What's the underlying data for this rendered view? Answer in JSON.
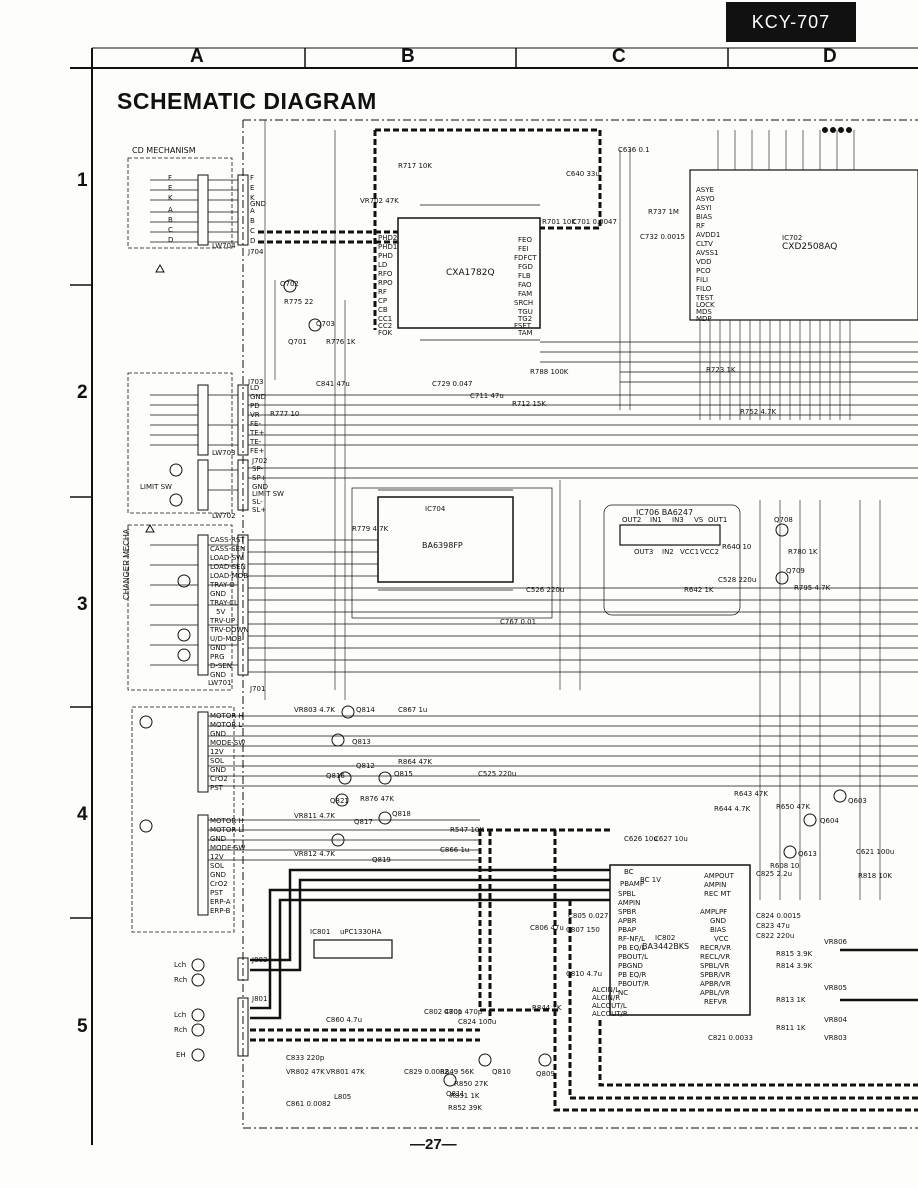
{
  "header": {
    "model": "KCY-707",
    "title": "SCHEMATIC DIAGRAM",
    "page_number": "—27—"
  },
  "grid": {
    "columns": [
      "A",
      "B",
      "C",
      "D"
    ],
    "rows": [
      "1",
      "2",
      "3",
      "4",
      "5"
    ]
  },
  "sections": {
    "cd_mechanism": "CD MECHANISM",
    "changer_mecha": "CHANGER MECHA",
    "limit_sw": "LIMIT SW"
  },
  "ics": {
    "ic701": "CXA1782Q",
    "ic702_ref": "IC702",
    "ic702": "CXD2508AQ",
    "ic704_ref": "IC704",
    "ic704": "BA6398FP",
    "ic706": "IC706 BA6247",
    "ic801_ref": "IC801",
    "ic801": "uPC1330HA",
    "ic802_ref": "IC802",
    "ic802": "BA3442BKS"
  },
  "connectors": {
    "lw704": "LW704",
    "j704": "J704",
    "lw703": "LW703",
    "j703": "J703",
    "j702": "J702",
    "lw702": "LW702",
    "lw701": "LW701",
    "j701": "J701",
    "j803": "J803",
    "j801": "J801"
  },
  "pins": {
    "cd_mech": [
      "F",
      "E",
      "K",
      "A",
      "B",
      "C",
      "D"
    ],
    "j704": [
      "F",
      "E",
      "K",
      "GND",
      "A",
      "B",
      "C",
      "D"
    ],
    "j703": [
      "LD",
      "GND",
      "PD",
      "VR",
      "FE-",
      "TE+",
      "TE-",
      "FE+"
    ],
    "j702": [
      "SP-",
      "SP+",
      "GND",
      "LIMIT SW",
      "SL-",
      "SL+"
    ],
    "j701": [
      "CASS-RST",
      "CASS-SEN",
      "LOAD-SW",
      "LOAD-SEN",
      "LOAD-MOB",
      "TRAY-O",
      "GND",
      "TRAY-CL",
      "5V",
      "TRV-UP",
      "TRV-DOWN",
      "U/D-MOB",
      "GND",
      "D-SEN",
      "PRG",
      "GND"
    ],
    "deck1": [
      "MOTOR H",
      "MOTOR L",
      "GND",
      "MODE-SW",
      "12V",
      "SOL",
      "GND",
      "CrO2",
      "PST"
    ],
    "deck2": [
      "MOTOR H",
      "MOTOR L",
      "GND",
      "MODE-SW",
      "12V",
      "SOL",
      "GND",
      "CrO2",
      "PST",
      "ERP-A",
      "ERP-B"
    ],
    "ic701_left": [
      "PHD2",
      "PHD1",
      "PHD",
      "LD",
      "RFO",
      "RPO",
      "RF",
      "CP",
      "CB",
      "CC1",
      "CC2",
      "FOK"
    ],
    "ic701_right": [
      "FEO",
      "FEI",
      "FDFCT",
      "FGD",
      "FLB",
      "FAO",
      "FAM",
      "SRCH",
      "TGU",
      "TG2",
      "FSET",
      "TAM"
    ],
    "ic702_left": [
      "ASYE",
      "ASYO",
      "ASYI",
      "BIAS",
      "RF",
      "AVDD1",
      "CLTV",
      "AVSS1",
      "VDD",
      "PCO",
      "FILI",
      "FILO",
      "TEST",
      "LOCK",
      "MDS",
      "MDP"
    ],
    "ic706": [
      "OUT2",
      "OUT3",
      "IN1",
      "IN2",
      "IN3",
      "VCC1",
      "VS",
      "VCC2",
      "OUT1"
    ],
    "ic802_right": [
      "AMPOUT",
      "AMPIN",
      "REC MT",
      "AMPLPF",
      "GND",
      "BIAS",
      "VCC",
      "RECR/VR",
      "RECL/VR",
      "SPBL/VR",
      "SPBR/VR",
      "APBR/VR",
      "APBL/VR",
      "REFVR"
    ]
  },
  "parts": {
    "r717": "R717 10K",
    "vr702": "VR702 47K",
    "c729": "C729 0.047",
    "r701": "R701 10K",
    "c701": "C701 0.0047",
    "c640": "C640 33u",
    "c636": "C636 0.1",
    "c732": "C732 0.0015",
    "r737": "R737 1M",
    "r775": "R775 22",
    "q702": "Q702",
    "q703": "Q703",
    "q701": "Q701",
    "r776": "R776 1K",
    "c841": "C841 47u",
    "r777": "R777 10",
    "r788": "R788 100K",
    "r712": "R712 15K",
    "c711": "C711 47u",
    "c767": "C767 0.01",
    "r779": "R779 4.7K",
    "c526": "C526 220u",
    "q708": "Q708",
    "q709": "Q709",
    "r640": "R640 10",
    "c528": "C528 220u",
    "r642": "R642 1K",
    "r780": "R780 1K",
    "r795": "R795 4.7K",
    "r723": "R723 1K",
    "r752": "R752 4.7K",
    "vr803": "VR803 4.7K",
    "q814": "Q814",
    "q813": "Q813",
    "q812": "Q812",
    "q815": "Q815",
    "q816": "Q816",
    "q821": "Q821",
    "q817": "Q817",
    "q818": "Q818",
    "q819": "Q819",
    "c867": "C867 1u",
    "c866": "C866 1u",
    "r864": "R864 47K",
    "r876": "R876 47K",
    "vr811": "VR811 4.7K",
    "vr812": "VR812 4.7K",
    "c525": "C525 220u",
    "r547": "R547 10K",
    "r643": "R643 47K",
    "r644": "R644 4.7K",
    "r650": "R650 47K",
    "q603": "Q603",
    "q604": "Q604",
    "q613": "Q613",
    "c621": "C621 100u",
    "r608": "R608 10",
    "c626": "C626 10u",
    "c627": "C627 10u",
    "c802": "C802 470p",
    "c801": "C801 470p",
    "c824": "C824 100u",
    "c860": "C860 4.7u",
    "c833": "C833 220p",
    "vr802": "VR802 47K",
    "vr801": "VR801 47K",
    "c829": "C829 0.0082",
    "l805": "L805",
    "c861": "C861 0.0082",
    "q809": "Q809",
    "q810": "Q810",
    "q811": "Q811",
    "r849": "R849 56K",
    "r850": "R850 27K",
    "r851": "R851 1K",
    "r852": "R852 39K",
    "c806": "C806 47u",
    "c807": "C807 150",
    "c805": "C805 0.027",
    "c810": "C810 4.7u",
    "r844": "R844 1K",
    "c821": "C821 0.0033",
    "c825": "C825 2.2u",
    "c824b": "C824 0.0015",
    "c823": "C823 47u",
    "c822": "C822 220u",
    "r815": "R815 3.9K",
    "r814": "R814 3.9K",
    "r813": "R813 1K",
    "r811": "R811 1K",
    "vr806": "VR806",
    "vr805": "VR805",
    "vr804": "VR804",
    "vr803b": "VR803",
    "r818": "R818 10K"
  },
  "audio_jacks": [
    "Lch",
    "Rch",
    "Lch",
    "Rch",
    "EH"
  ],
  "ic802_left": [
    "BC",
    "BC 1V",
    "PBAMP",
    "SPBL",
    "AMPIN",
    "SPBR",
    "APBR",
    "PBAP",
    "RF-NF/L",
    "PB EQ/L",
    "PBOUT/L",
    "PBGND",
    "PB EQ/R",
    "PBOUT/R",
    "NC",
    "ALCIN/L",
    "ALCIN/R",
    "ALCOUT/L",
    "ALCOUT/R"
  ]
}
